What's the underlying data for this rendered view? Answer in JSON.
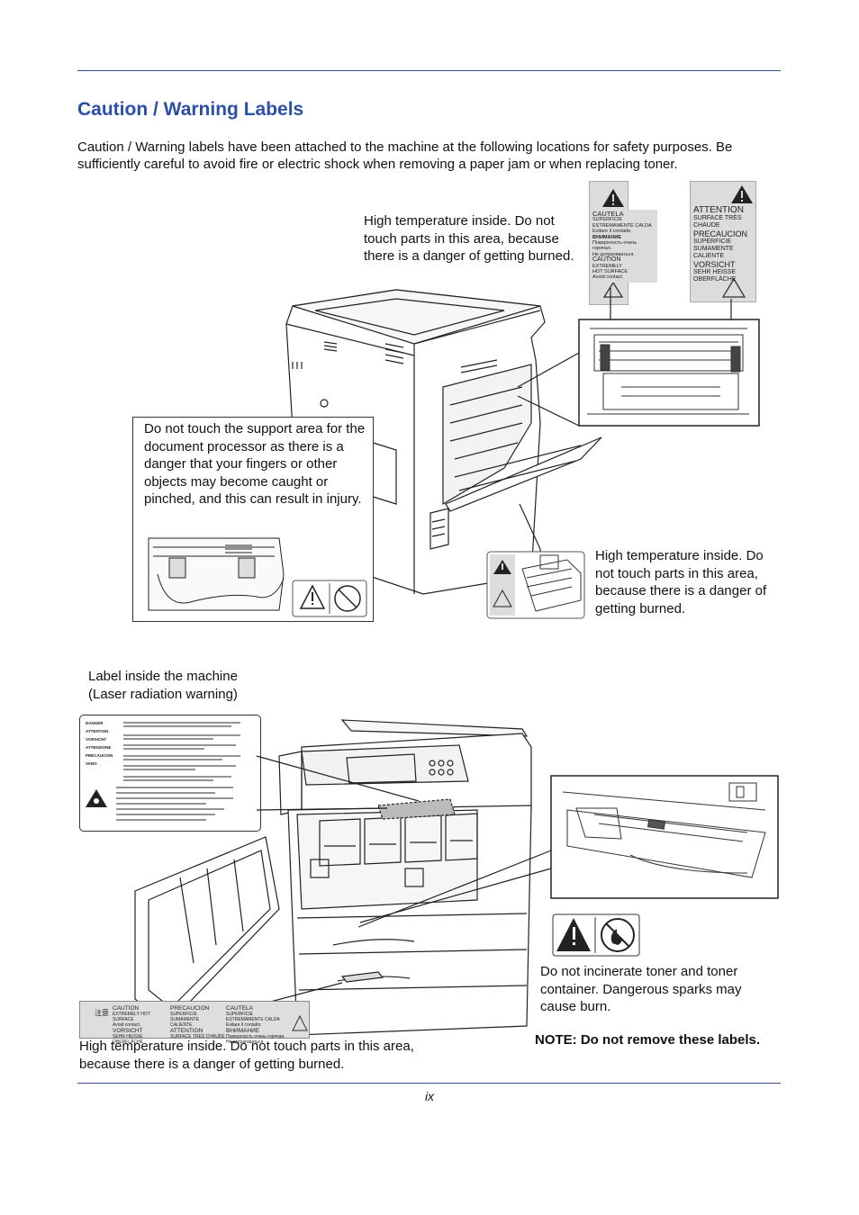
{
  "page": {
    "title": "Caution / Warning Labels",
    "intro": "Caution / Warning labels have been attached to the machine at the following locations for safety purposes. Be sufficiently careful to avoid fire or electric shock when removing a paper jam or when replacing toner.",
    "page_number": "ix"
  },
  "callouts": {
    "top_heat": "High temperature inside. Do not touch parts in this area, because there is a danger of getting burned.",
    "doc_processor": "Do not touch the support area for the document processor as there is a danger that your fingers or other objects may become caught or pinched, and this can result in injury.",
    "side_heat": "High temperature inside. Do not touch parts in this area, because there is a danger of getting burned.",
    "laser_label": "Label inside the machine (Laser radiation warning)",
    "toner": "Do not incinerate toner and toner container. Dangerous sparks may cause burn.",
    "note": "NOTE: Do not remove these labels.",
    "bottom_heat": "High temperature inside. Do not touch parts in this area, because there is a danger of getting burned."
  },
  "label_left": {
    "lines": [
      "CAUTELA",
      "SUPERFICIE",
      "ESTREMAMENTE CALDA",
      "Evitare il contatto.",
      "ВНИМАНИЕ",
      "Поверхность очень",
      "горячая.",
      "Не дотрагиваться.",
      "CAUTION",
      "EXTREMELY",
      "HOT SURFACE",
      "Avoid contact."
    ]
  },
  "label_right": {
    "lines": [
      "ATTENTION",
      "SURFACE TRÈS",
      "CHAUDE",
      "PRECAUCION",
      "SUPERFICIE",
      "SUMAMENTE",
      "CALIENTE",
      "VORSICHT",
      "SEHR HEISSE",
      "OBERFLÄCHE"
    ]
  },
  "label_bottom": {
    "cols": [
      {
        "a": "CAUTION",
        "b": "EXTREMELY HOT SURFACE",
        "c": "Avoid contact.",
        "d": "VORSICHT",
        "e": "SEHR HEISSE OBERFLÄCHE"
      },
      {
        "a": "PRECAUCION",
        "b": "SUPERFICIE SUMAMENTE",
        "c": "CALIENTE",
        "d": "ATTENTION",
        "e": "SURFACE TRÈS CHAUDE"
      },
      {
        "a": "CAUTELA",
        "b": "SUPERFICIE ESTREMAMENTE CALDA",
        "c": "Evitare il contatto.",
        "d": "ВНИМАНИЕ",
        "e": "Поверхность очень горячая. Не дотрагиваться."
      }
    ],
    "cjk": "注意"
  },
  "laser_label": {
    "rows": [
      "DANGER",
      "ATTENTION",
      "VORSICHT",
      "ATTENZIONE",
      "PRECAUCION",
      "VARO"
    ]
  }
}
